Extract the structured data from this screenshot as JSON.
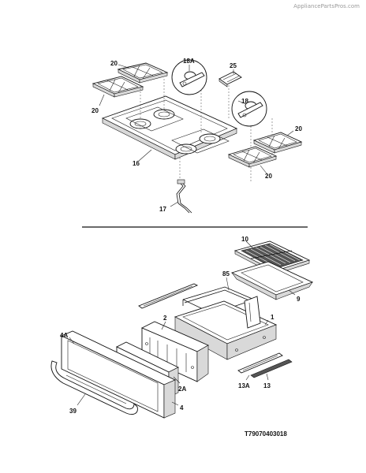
{
  "watermark": "AppliancePartsPros.com",
  "diagram_code": "T79070403018",
  "labels": {
    "l20a": "20",
    "l20b": "20",
    "l18a": "18A",
    "l25": "25",
    "l18": "18",
    "l20c": "20",
    "l20d": "20",
    "l16": "16",
    "l17": "17",
    "l10": "10",
    "l85": "85",
    "l9": "9",
    "l1": "1",
    "l2": "2",
    "l4a": "4A",
    "l2a": "2A",
    "l13a": "13A",
    "l13": "13",
    "l39": "39",
    "l4": "4"
  }
}
